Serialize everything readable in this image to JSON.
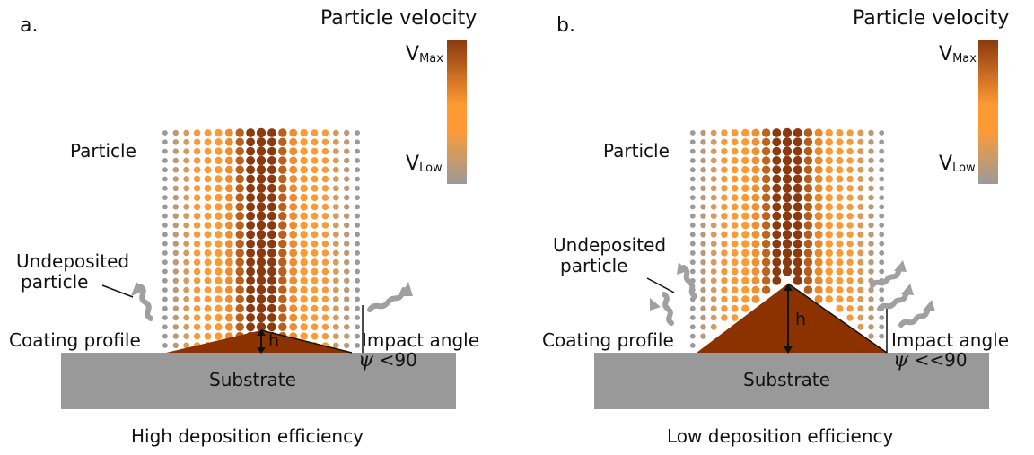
{
  "panels": [
    {
      "letter": "a.",
      "colorbar_title": "Particle velocity",
      "vmax_main": "V",
      "vmax_sub": "Max",
      "vlow_main": "V",
      "vlow_sub": "Low",
      "particle": "Particle",
      "undeposited_line1": "Undeposited",
      "undeposited_line2": "particle",
      "coating_profile": "Coating profile",
      "impact_angle": "Impact angle",
      "psi_symbol": "ψ",
      "psi_relation": " <90",
      "h": "h",
      "substrate": "Substrate",
      "caption": "High deposition efficiency"
    },
    {
      "letter": "b.",
      "colorbar_title": "Particle velocity",
      "vmax_main": "V",
      "vmax_sub": "Max",
      "vlow_main": "V",
      "vlow_sub": "Low",
      "particle": "Particle",
      "undeposited_line1": "Undeposited",
      "undeposited_line2": "particle",
      "coating_profile": "Coating profile",
      "impact_angle": "Impact angle",
      "psi_symbol": "ψ",
      "psi_relation": " <<90",
      "h": "h",
      "substrate": "Substrate",
      "caption": "Low deposition efficiency"
    }
  ],
  "colors": {
    "vmax": "#8B3A0F",
    "mid": "#FF9A33",
    "vlow": "#9A9A9A",
    "substrate": "#999999",
    "coating": "#8B3200",
    "wave_arrow": "#A0A0A0"
  }
}
